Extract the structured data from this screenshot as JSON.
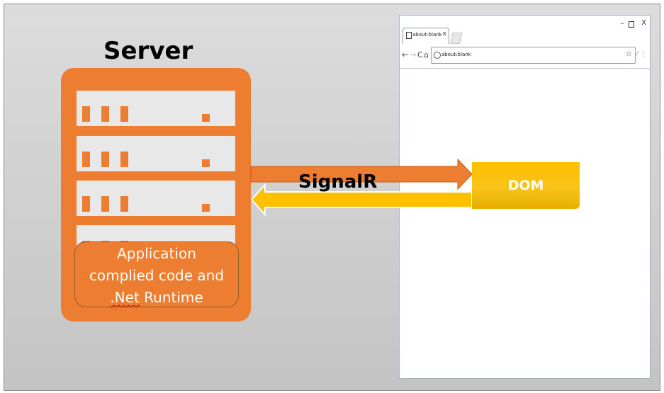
{
  "server": {
    "title": "Server",
    "color": "#ed7d31",
    "rack_color": "#e8e8e8",
    "application_box": {
      "line1": "Application",
      "line2": "complied code and",
      "line3_prefix": ".Net",
      "line3_suffix": " Runtime"
    }
  },
  "browser": {
    "tab_label": "about:blank",
    "tab_close": "x",
    "window_buttons": {
      "minimize": "–",
      "close": "X"
    },
    "nav": {
      "back": "←",
      "forward": "→",
      "reload": "C",
      "home": "⌂"
    },
    "url": "about:blank",
    "star": "☆",
    "menu": "⁄ ⋮"
  },
  "dom": {
    "label": "DOM",
    "color": "#ffc000"
  },
  "connection": {
    "label": "SignalR",
    "to_browser_color": "#ed7d31",
    "to_server_color": "#ffc000"
  }
}
